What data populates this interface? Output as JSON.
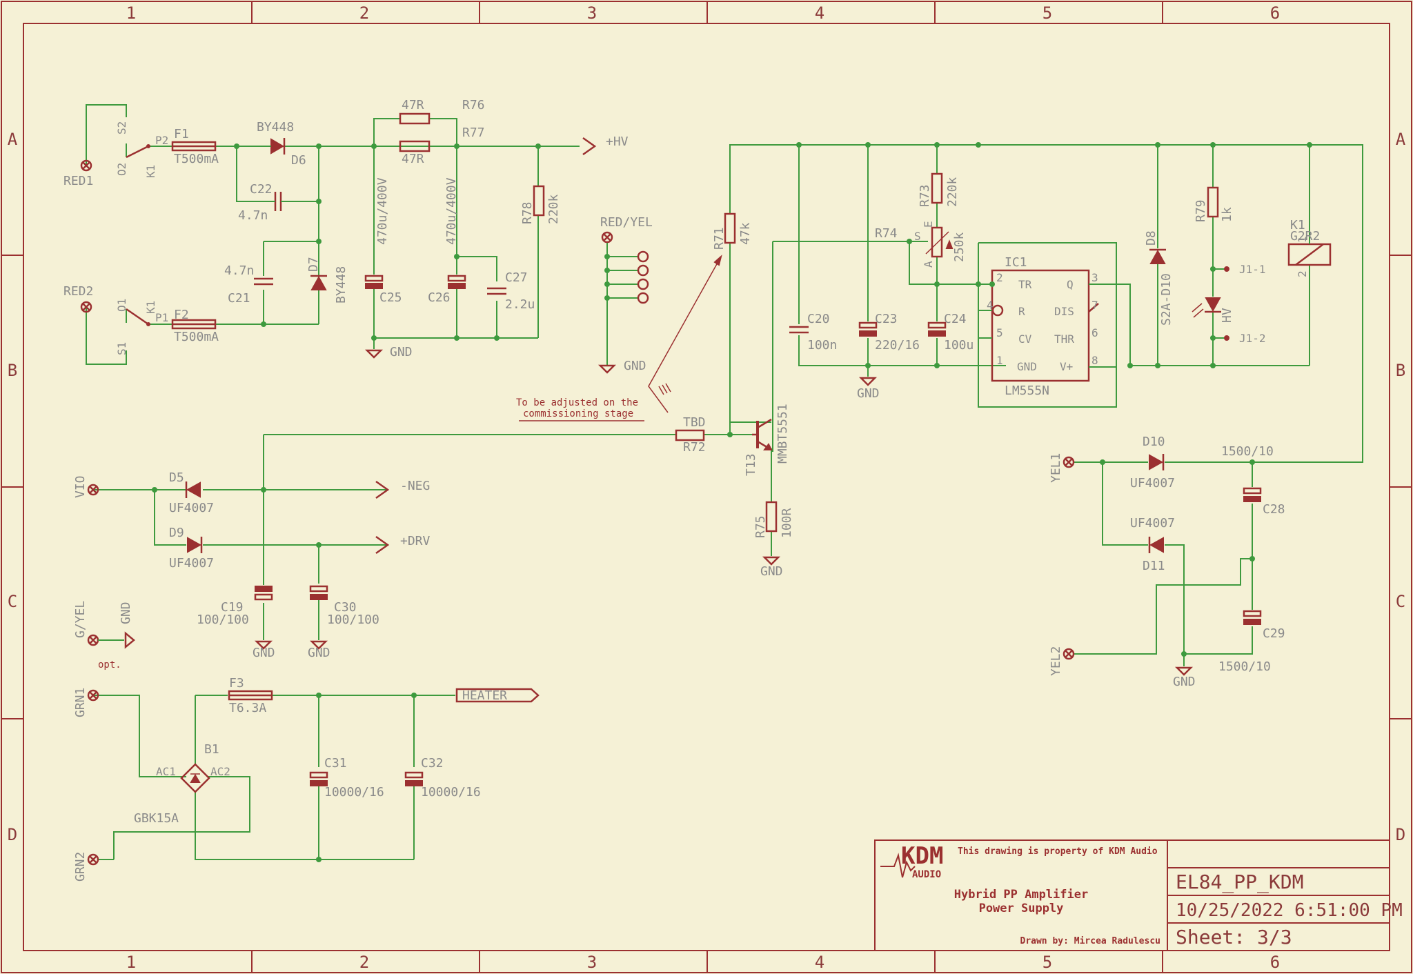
{
  "frame": {
    "columns": [
      "1",
      "2",
      "3",
      "4",
      "5",
      "6"
    ],
    "rows": [
      "A",
      "B",
      "C",
      "D"
    ]
  },
  "labels": {
    "red1": "RED1",
    "red2": "RED2",
    "s2": "S2",
    "o2": "O2",
    "k1a": "K1",
    "p2": "P2",
    "f1": "F1",
    "f1v": "T500mA",
    "by448a": "BY448",
    "d6": "D6",
    "c22": "C22",
    "c22v": "4.7n",
    "c21v": "4.7n",
    "c21": "C21",
    "d7": "D7",
    "by448b": "BY448",
    "o1": "O1",
    "k1b": "K1",
    "p1": "P1",
    "s1": "S1",
    "f2": "F2",
    "f2v": "T500mA",
    "r76v": "47R",
    "r76": "R76",
    "r77": "R77",
    "r77v": "47R",
    "hv": "+HV",
    "c25v": "470u/400V",
    "c25": "C25",
    "c26v": "470u/400V",
    "c26": "C26",
    "c27": "C27",
    "c27v": "2.2u",
    "r78": "R78",
    "r78v": "220k",
    "gnd1": "GND",
    "redyel": "RED/YEL",
    "gnd2": "GND",
    "note1": "To be adjusted on the",
    "note2": "commissioning stage",
    "r71": "R71",
    "r71v": "47k",
    "r73": "R73",
    "r73v": "220k",
    "r74": "R74",
    "r74v": "250k",
    "pot_s": "S",
    "pot_e": "E",
    "pot_a": "A",
    "ic1": "IC1",
    "tr": "TR",
    "q": "Q",
    "r": "R",
    "dis": "DIS",
    "cv": "CV",
    "thr": "THR",
    "gndpin": "GND",
    "vplus": "V+",
    "lm555n": "LM555N",
    "p2n": "2",
    "p3n": "3",
    "p4n": "4",
    "p7n": "7",
    "p5n": "5",
    "p6n": "6",
    "p1n": "1",
    "p8n": "8",
    "c20": "C20",
    "c20v": "100n",
    "c23": "C23",
    "c23v": "220/16",
    "c24": "C24",
    "c24v": "100u",
    "gnd3": "GND",
    "d8": "D8",
    "d8v": "S2A-D10",
    "r79": "R79",
    "r79v": "1k",
    "j11": "J1-1",
    "j12": "J1-2",
    "hv2": "HV",
    "k1c": "K1",
    "g2r2": "G2R2",
    "k1p1": "1",
    "k1p2": "2",
    "tbd": "TBD",
    "r72": "R72",
    "t13": "T13",
    "mmbt": "MMBT5551",
    "r75": "R75",
    "r75v": "100R",
    "gnd4": "GND",
    "vio": "VIO",
    "d5": "D5",
    "uf1": "UF4007",
    "neg": "-NEG",
    "d9": "D9",
    "uf2": "UF4007",
    "drv": "+DRV",
    "c19": "C19",
    "c19v": "100/100",
    "c30": "C30",
    "c30v": "100/100",
    "gnd5": "GND",
    "gnd6": "GND",
    "gyel": "G/YEL",
    "gnd7": "GND",
    "opt": "opt.",
    "grn1": "GRN1",
    "f3": "F3",
    "f3v": "T6.3A",
    "heater": "HEATER",
    "b1": "B1",
    "ac1": "AC1",
    "ac2": "AC2",
    "gbk": "GBK15A",
    "grn2": "GRN2",
    "c31": "C31",
    "c31v": "10000/16",
    "c32": "C32",
    "c32v": "10000/16",
    "yel1": "YEL1",
    "d10": "D10",
    "uf3": "UF4007",
    "c28v": "1500/10",
    "c28": "C28",
    "uf4": "UF4007",
    "d11": "D11",
    "c29": "C29",
    "c29v": "1500/10",
    "yel2": "YEL2",
    "gnd8": "GND"
  },
  "title_block": {
    "logo_text": "KDM",
    "logo_sub": "AUDIO",
    "property": "This drawing is property of KDM Audio",
    "line1": "Hybrid PP Amplifier",
    "line2": "Power Supply",
    "drawn": "Drawn by: Mircea Radulescu",
    "file": "EL84_PP_KDM",
    "date": "10/25/2022 6:51:00 PM",
    "sheet": "Sheet: 3/3"
  }
}
